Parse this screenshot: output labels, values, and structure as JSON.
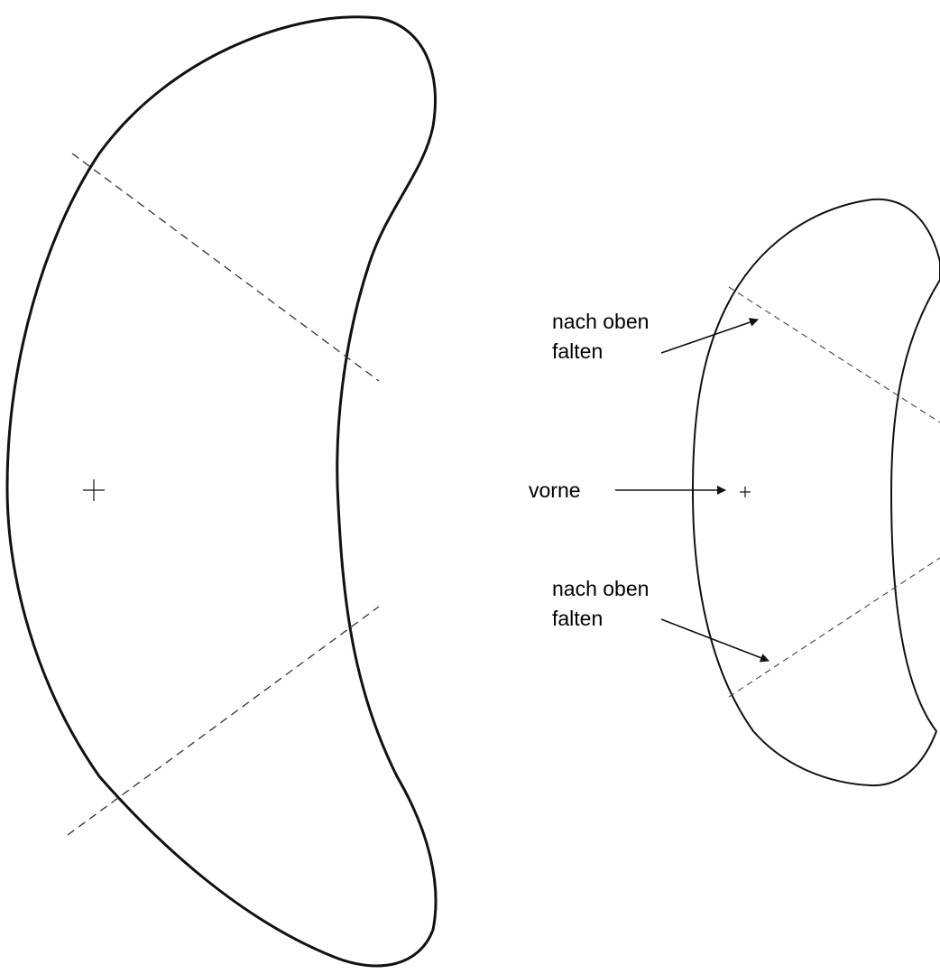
{
  "labels": {
    "fold_top_line1": "nach oben",
    "fold_top_line2": "falten",
    "front": "vorne",
    "fold_bottom_line1": "nach oben",
    "fold_bottom_line2": "falten"
  }
}
